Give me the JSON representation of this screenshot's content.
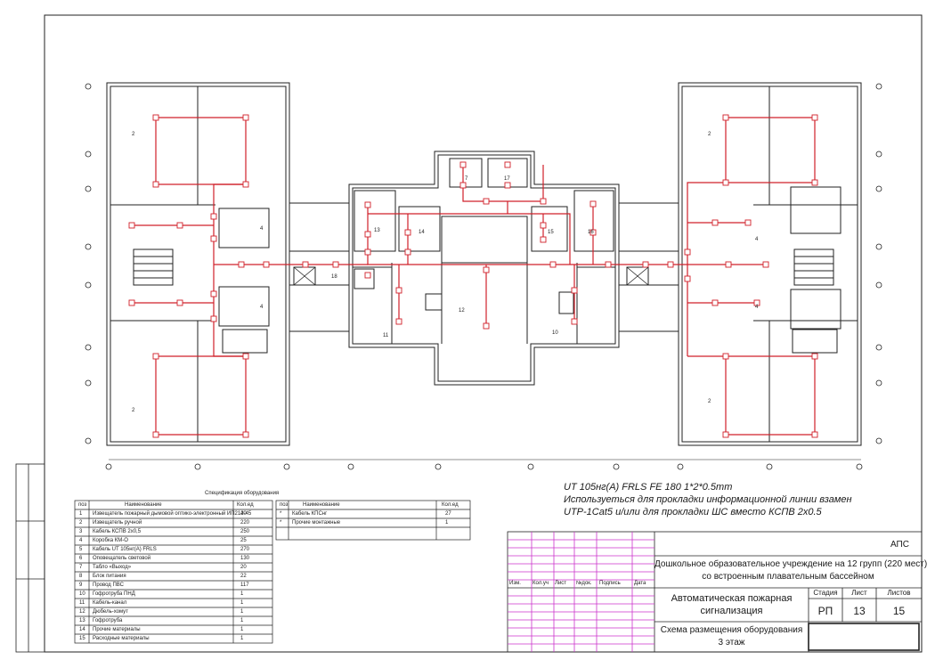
{
  "drawing": {
    "cable_note": [
      "UT 105нг(A) FRLS FE 180 1*2*0.5mm",
      "Используеться для прокладки информационной линии взамен",
      "UTP-1Cat5 и/или для прокладки ШС вместо КСПВ 2х0.5"
    ],
    "room_numbers": [
      "2",
      "2",
      "4",
      "4",
      "2",
      "2",
      "4",
      "4",
      "11",
      "12",
      "10",
      "13",
      "14",
      "15",
      "16",
      "7",
      "17",
      "18"
    ]
  },
  "title_block": {
    "code": "АПС",
    "project": [
      "Дошкольное образовательное учреждение на 12 групп (220 мест)",
      "со встроенным плавательным бассейном"
    ],
    "system": [
      "Автоматическая пожарная",
      "сигнализация"
    ],
    "sheet_title": [
      "Схема размещения оборудования",
      "3 этаж"
    ],
    "stage_label": "Стадия",
    "sheet_label": "Лист",
    "sheets_label": "Листов",
    "stage": "РП",
    "sheet": "13",
    "sheets": "15",
    "rev_headers": [
      "Изм.",
      "Кол.уч",
      "Лист",
      "№док.",
      "Подпись",
      "Дата"
    ]
  },
  "spec": {
    "title": "Спецификация оборудования",
    "headers": [
      "поз",
      "Наименование",
      "Кол.ед"
    ],
    "rows_left": [
      [
        "1",
        "Извещатель пожарный дымовой оптико-электронный ИП212-45",
        "40"
      ],
      [
        "2",
        "Извещатель ручной",
        "220"
      ],
      [
        "3",
        "Кабель КСПВ 2х0,5",
        "250"
      ],
      [
        "4",
        "Коробка КМ-О",
        "25"
      ],
      [
        "5",
        "Кабель UT 105нг(A) FRLS",
        "270"
      ],
      [
        "6",
        "Оповещатель световой",
        "130"
      ],
      [
        "7",
        "Табло «Выход»",
        "20"
      ],
      [
        "8",
        "Блок питания",
        "22"
      ],
      [
        "9",
        "Провод ПВС",
        "117"
      ],
      [
        "10",
        "Гофротруба ПНД",
        "1"
      ],
      [
        "11",
        "Кабель-канал",
        "1"
      ],
      [
        "12",
        "Дюбель-хомут",
        "1"
      ],
      [
        "13",
        "Гофротруба",
        "1"
      ],
      [
        "14",
        "Прочие материалы",
        "1"
      ],
      [
        "15",
        "Расходные материалы",
        "1"
      ]
    ],
    "rows_right": [
      [
        "*",
        "Кабель КПСнг",
        "27"
      ],
      [
        "*",
        "Прочие монтажные",
        "1"
      ]
    ]
  }
}
